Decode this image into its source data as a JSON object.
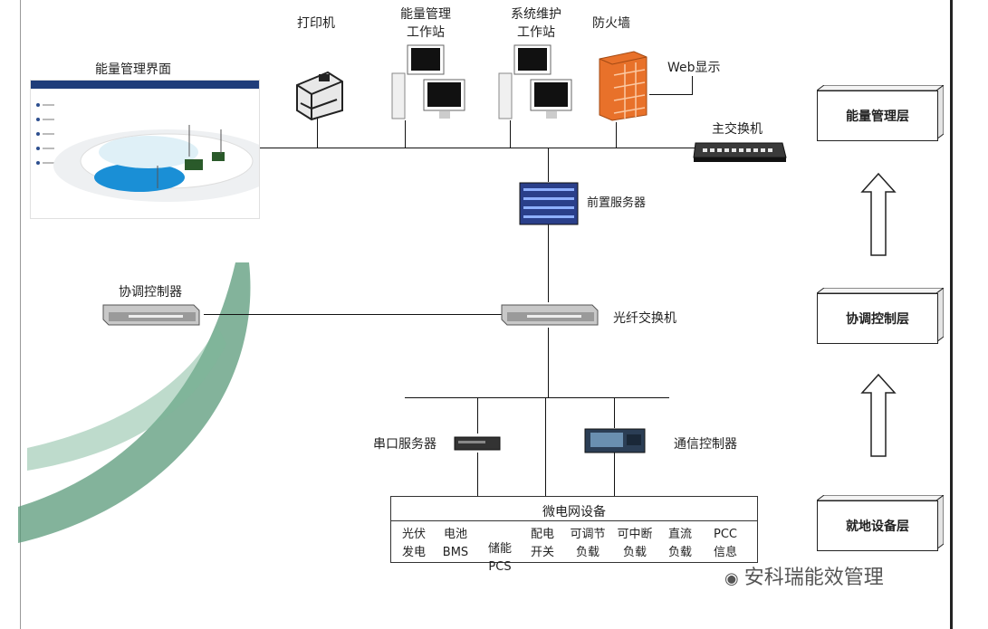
{
  "labels": {
    "energy_ui": "能量管理界面",
    "printer": "打印机",
    "workstation_energy_1": "能量管理",
    "workstation_energy_2": "工作站",
    "workstation_maint_1": "系统维护",
    "workstation_maint_2": "工作站",
    "firewall": "防火墙",
    "web_display": "Web显示",
    "main_switch": "主交换机",
    "front_server": "前置服务器",
    "coordinator": "协调控制器",
    "fiber_switch": "光纤交换机",
    "serial_server": "串口服务器",
    "comm_controller": "通信控制器"
  },
  "layers": {
    "energy": "能量管理层",
    "coordination": "协调控制层",
    "local": "就地设备层"
  },
  "microgrid": {
    "title": "微电网设备",
    "items": [
      {
        "l1": "光伏",
        "l2": "发电"
      },
      {
        "l1": "电池",
        "l2": "BMS"
      },
      {
        "l1": "储能",
        "l2": "PCS"
      },
      {
        "l1": "配电",
        "l2": "开关"
      },
      {
        "l1": "可调节",
        "l2": "负载"
      },
      {
        "l1": "可中断",
        "l2": "负载"
      },
      {
        "l1": "直流",
        "l2": "负载"
      },
      {
        "l1": "PCC",
        "l2": "信息"
      }
    ]
  },
  "watermark": "安科瑞能效管理"
}
